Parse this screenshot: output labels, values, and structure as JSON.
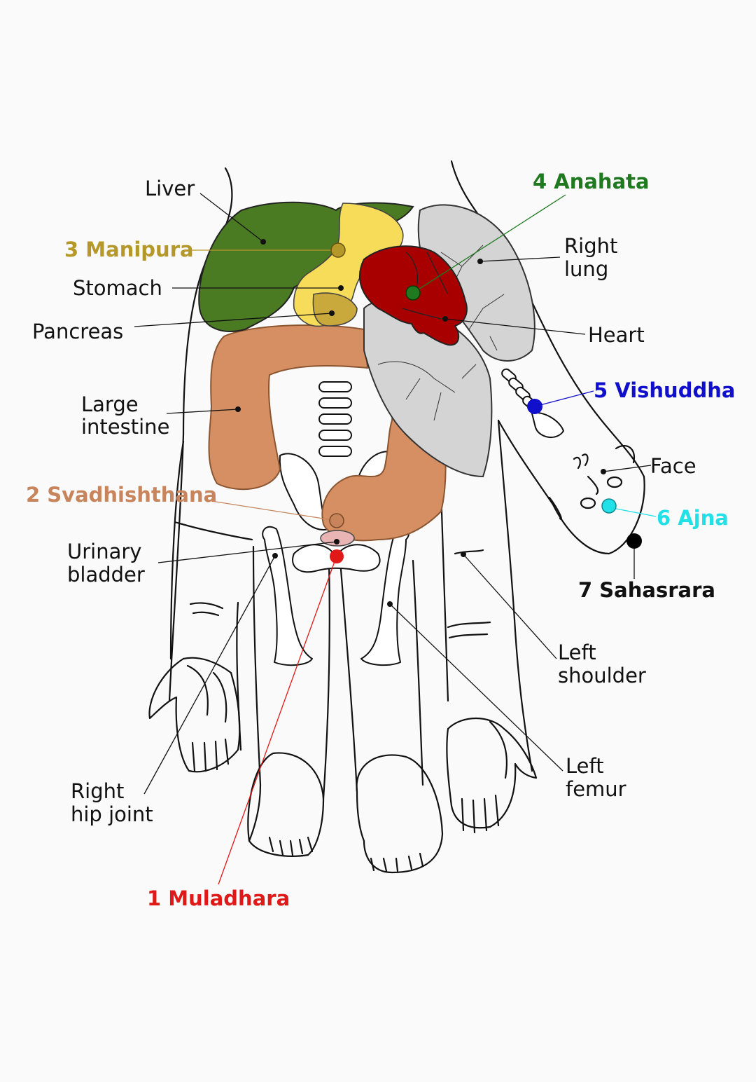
{
  "labels": {
    "liver": "Liver",
    "manipura": "3 Manipura",
    "stomach": "Stomach",
    "pancreas": "Pancreas",
    "large_intestine_1": "Large",
    "large_intestine_2": "intestine",
    "svadhishthana": "2 Svadhishthana",
    "urinary_bladder_1": "Urinary",
    "urinary_bladder_2": "bladder",
    "right_hip_joint_1": "Right",
    "right_hip_joint_2": "hip joint",
    "muladhara": "1 Muladhara",
    "anahata": "4 Anahata",
    "right_lung_1": "Right",
    "right_lung_2": "lung",
    "heart": "Heart",
    "vishuddha": "5 Vishuddha",
    "face": "Face",
    "ajna": "6 Ajna",
    "sahasrara": "7 Sahasrara",
    "left_shoulder_1": "Left",
    "left_shoulder_2": "shoulder",
    "left_femur_1": "Left",
    "left_femur_2": "femur"
  },
  "colors": {
    "muladhara": "#e01818",
    "svadhishthana": "#c8845a",
    "manipura": "#b5982a",
    "anahata": "#1f7a1f",
    "vishuddha": "#1010cc",
    "ajna": "#22e0e8",
    "sahasrara": "#000000",
    "liver": "#4a7a22",
    "stomach": "#f7dc5a",
    "pancreas": "#c9a83c",
    "heart": "#a80000",
    "lung": "#d4d4d4",
    "intestine": "#d58f63",
    "bladder": "#e8b4b4"
  }
}
